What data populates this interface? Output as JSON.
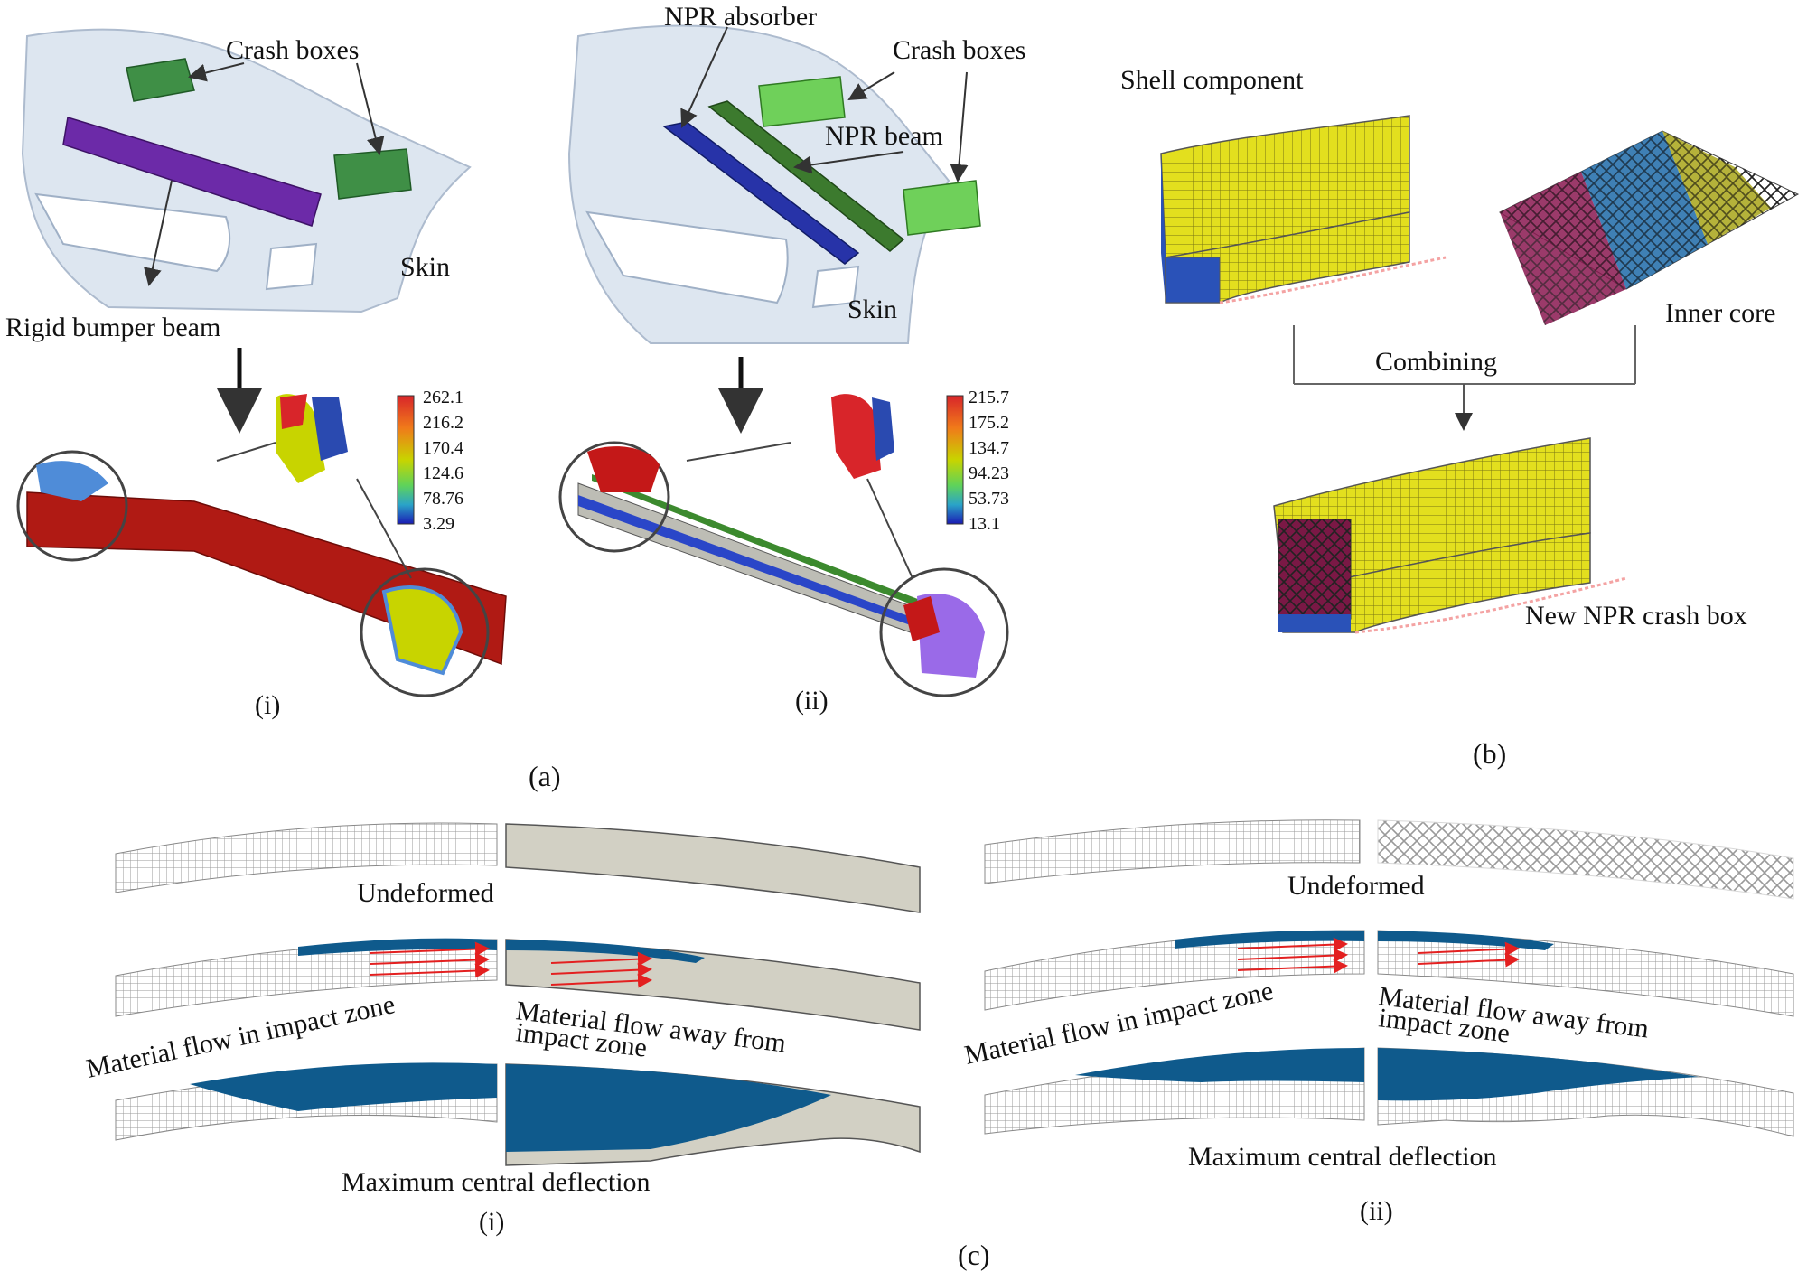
{
  "panel_a": {
    "sub_i": {
      "crash_boxes": "Crash boxes",
      "skin": "Skin",
      "rigid_beam": "Rigid bumper beam",
      "legend": [
        "262.1",
        "216.2",
        "170.4",
        "124.6",
        "78.76",
        "3.29"
      ],
      "tag": "(i)"
    },
    "sub_ii": {
      "npr_absorber": "NPR absorber",
      "crash_boxes": "Crash boxes",
      "npr_beam": "NPR beam",
      "skin": "Skin",
      "legend": [
        "215.7",
        "175.2",
        "134.7",
        "94.23",
        "53.73",
        "13.1"
      ],
      "tag": "(ii)"
    },
    "caption": "(a)"
  },
  "panel_b": {
    "shell": "Shell component",
    "inner_core": "Inner core",
    "combining": "Combining",
    "new_box": "New NPR crash box",
    "caption": "(b)"
  },
  "panel_c": {
    "left": {
      "undeformed": "Undeformed",
      "flow_in": "Material flow in impact zone",
      "flow_away_1": "Material flow away from",
      "flow_away_2": "impact zone",
      "max_def": "Maximum central deflection",
      "tag": "(i)"
    },
    "right": {
      "undeformed": "Undeformed",
      "flow_in": "Material flow in impact zone",
      "flow_away_1": "Material flow away from",
      "flow_away_2": "impact zone",
      "max_def": "Maximum central deflection",
      "tag": "(ii)"
    },
    "caption": "(c)"
  },
  "colors": {
    "legend": [
      "#d8252a",
      "#f07a1a",
      "#c8d400",
      "#5fd35a",
      "#2aa3c8",
      "#1a1ab4"
    ],
    "beam_gray": "#d2d0c4",
    "deform_blue": "#0f5a8c",
    "red_arrow": "#e32020",
    "yellow": "#e3df1e"
  }
}
